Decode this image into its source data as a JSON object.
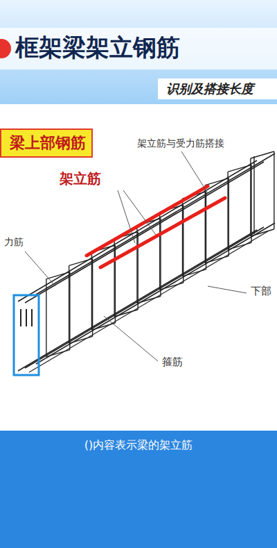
{
  "diagram": {
    "title": "框架梁架立钢筋",
    "caption": "()内容表示梁的架立筋",
    "nodes": [
      {
        "text": [
          "识别及搭接长度"
        ]
      },
      {
        "text": [
          "梁上部钢筋"
        ]
      }
    ],
    "labels": [
      "架立筋与受力筋搭接",
      "架立筋",
      "力筋",
      "下部",
      "箍筋"
    ]
  }
}
